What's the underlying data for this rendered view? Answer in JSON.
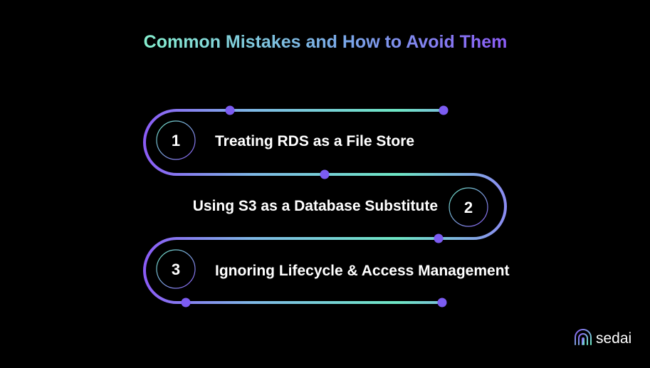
{
  "title": "Common Mistakes and How to Avoid Them",
  "steps": [
    {
      "number": "1",
      "label": "Treating RDS as a File Store"
    },
    {
      "number": "2",
      "label": "Using S3 as a Database Substitute"
    },
    {
      "number": "3",
      "label": "Ignoring Lifecycle & Access Management"
    }
  ],
  "brand": {
    "name": "sedai",
    "icon": "sedai-logo-icon"
  },
  "colors": {
    "background": "#000000",
    "accent_teal": "#6ee7c5",
    "accent_purple": "#8b5cf6",
    "node": "#7c5cf2",
    "text": "#ffffff"
  }
}
